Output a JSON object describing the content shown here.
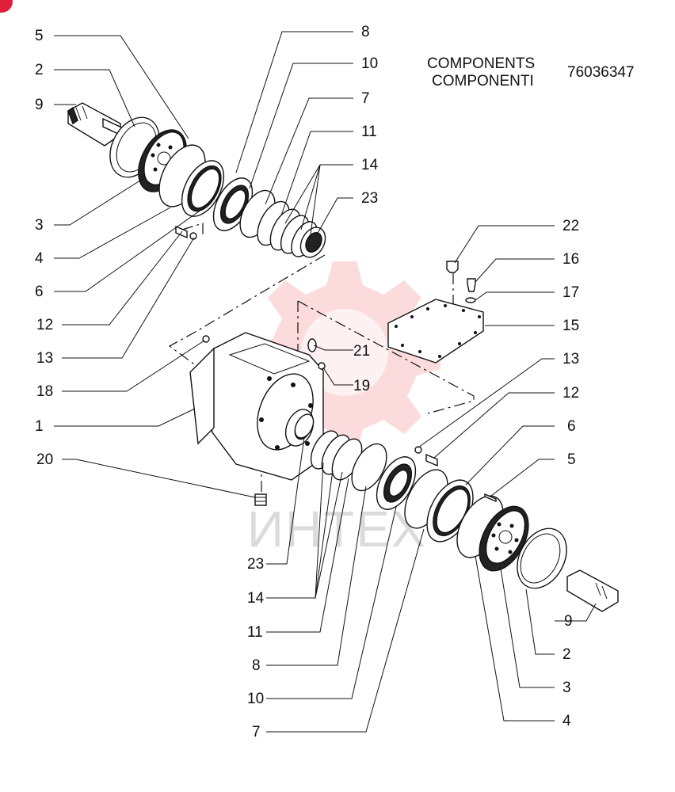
{
  "header": {
    "title_en": "COMPONENTS",
    "title_it": "COMPONENTI",
    "part_number": "76036347"
  },
  "watermark": {
    "text": "ИНТЕХ",
    "color": "#e83a3a"
  },
  "callouts": {
    "c5a": "5",
    "c2a": "2",
    "c9a": "9",
    "c3a": "3",
    "c4a": "4",
    "c6a": "6",
    "c12a": "12",
    "c13a": "13",
    "c18": "18",
    "c1": "1",
    "c20": "20",
    "c8a": "8",
    "c10a": "10",
    "c7a": "7",
    "c11a": "11",
    "c14a": "14",
    "c23a": "23",
    "c22": "22",
    "c16": "16",
    "c17": "17",
    "c15": "15",
    "c21": "21",
    "c19": "19",
    "c13b": "13",
    "c12b": "12",
    "c6b": "6",
    "c5b": "5",
    "c23b": "23",
    "c14b": "14",
    "c11b": "11",
    "c8b": "8",
    "c10b": "10",
    "c7b": "7",
    "c9b": "9",
    "c2b": "2",
    "c3b": "3",
    "c4b": "4"
  }
}
